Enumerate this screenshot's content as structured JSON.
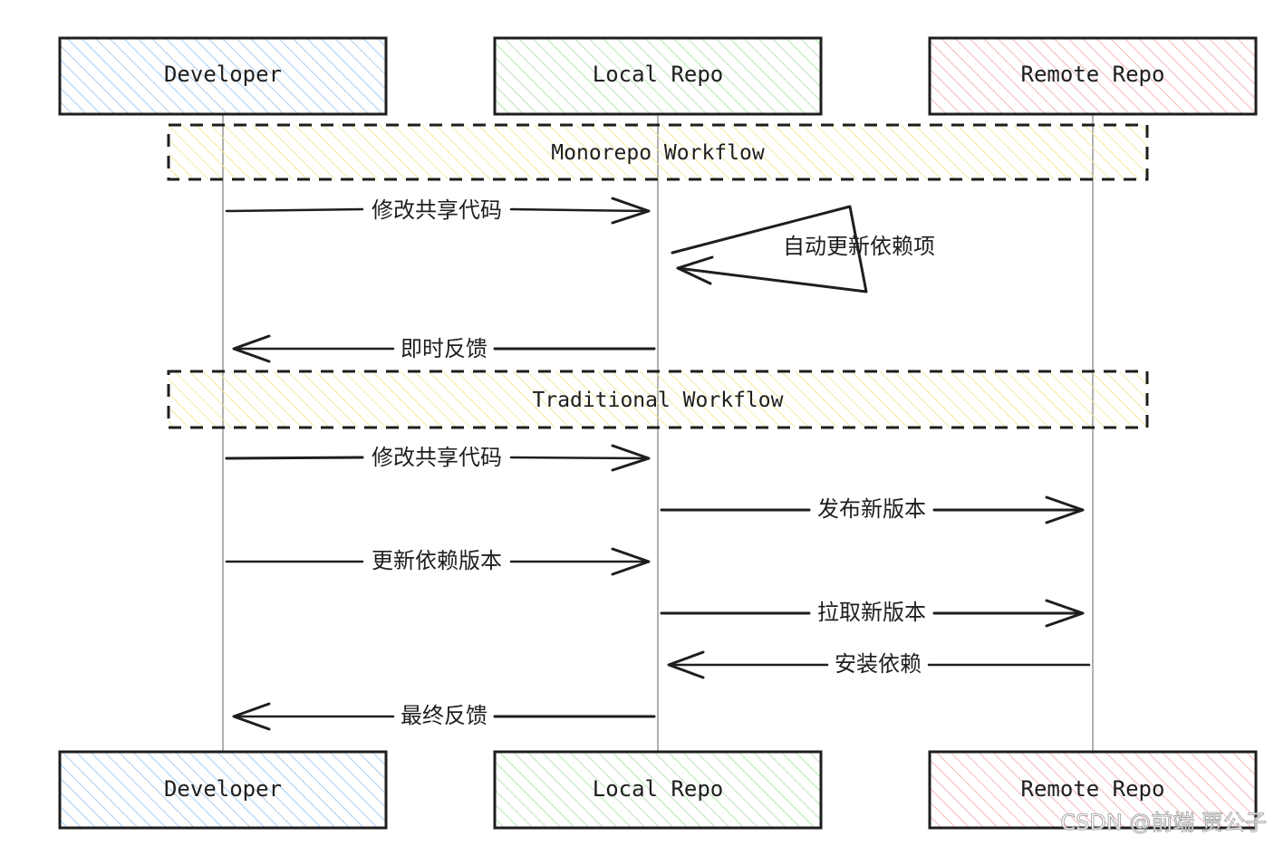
{
  "participants": {
    "developer": "Developer",
    "local": "Local Repo",
    "remote": "Remote Repo"
  },
  "groups": {
    "monorepo": "Monorepo Workflow",
    "traditional": "Traditional Workflow"
  },
  "messages": {
    "m1": "修改共享代码",
    "m2": "自动更新依赖项",
    "m3": "即时反馈",
    "m4": "修改共享代码",
    "m5": "发布新版本",
    "m6": "更新依赖版本",
    "m7": "拉取新版本",
    "m8": "安装依赖",
    "m9": "最终反馈"
  },
  "watermark": "CSDN @前端 贾公子",
  "colors": {
    "developer": "#a8cdf0",
    "local": "#b6e6b0",
    "remote": "#f2b8b8",
    "group": "#f6e79c",
    "stroke": "#1e1e1e",
    "lifeline": "#b0b0b0"
  }
}
